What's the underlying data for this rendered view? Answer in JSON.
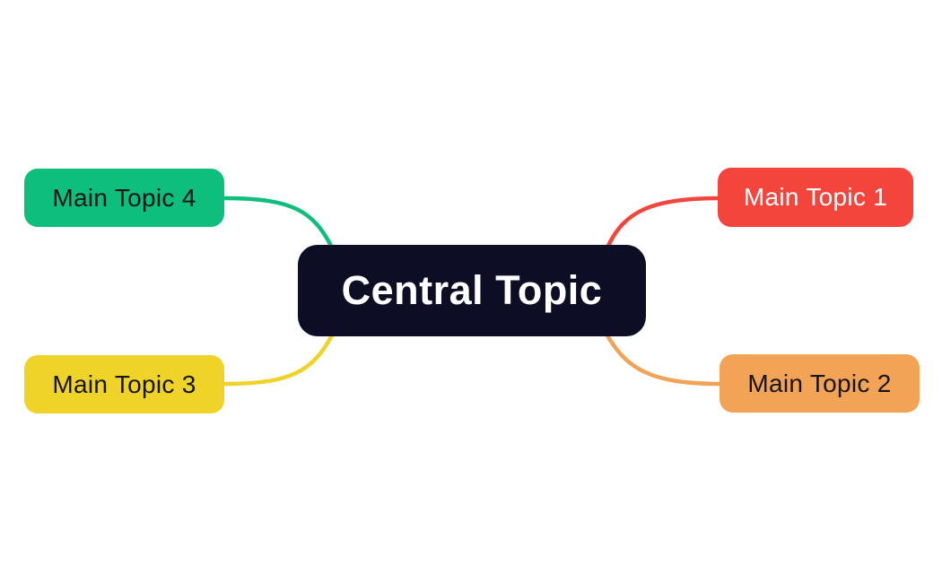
{
  "app": {
    "background_color": "#ffffff"
  },
  "mindmap": {
    "central": {
      "label": "Central Topic",
      "fill": "#0d0e26",
      "text_color": "#ffffff"
    },
    "branches": [
      {
        "id": "topic1",
        "label": "Main Topic 1",
        "fill": "#f4453c",
        "text_color": "#ffffff",
        "side": "right-top"
      },
      {
        "id": "topic2",
        "label": "Main Topic 2",
        "fill": "#f2a355",
        "text_color": "#15151b",
        "side": "right-bottom"
      },
      {
        "id": "topic3",
        "label": "Main Topic 3",
        "fill": "#f0d329",
        "text_color": "#15151b",
        "side": "left-bottom"
      },
      {
        "id": "topic4",
        "label": "Main Topic 4",
        "fill": "#0ebe7d",
        "text_color": "#15151b",
        "side": "left-top"
      }
    ]
  }
}
